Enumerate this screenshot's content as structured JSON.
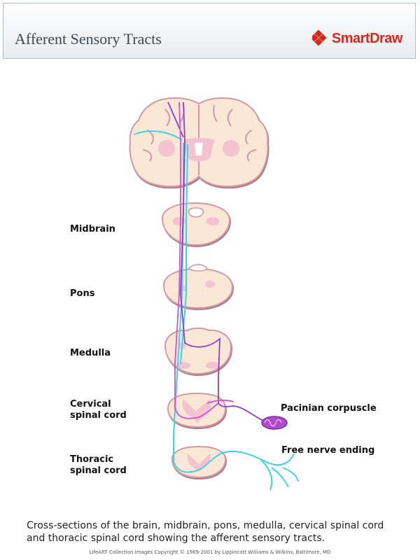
{
  "header": {
    "title": "Afferent Sensory Tracts",
    "logo_text": "SmartDraw"
  },
  "labels": {
    "midbrain": "Midbrain",
    "pons": "Pons",
    "medulla": "Medulla",
    "cervical": "Cervical\nspinal cord",
    "thoracic": "Thoracic\nspinal cord",
    "pacinian": "Pacinian corpuscle",
    "free_nerve": "Free nerve ending"
  },
  "caption": "Cross-sections of the brain, midbrain, pons, medulla, cervical spinal cord and thoracic spinal cord showing the afferent sensory tracts.",
  "credit": "LifeART Collection Images Copyright © 1989-2001 by Lippincott Williams & Wilkins, Baltimore, MD",
  "colors": {
    "tissue": "#fbe7d5",
    "tissue_outline": "#cf9aa6",
    "gray_matter": "#f4c3d0",
    "tract_cyan": "#3fd2e6",
    "tract_purple": "#8a3fd1",
    "tract_magenta": "#d64fd0",
    "logo_red": "#d42a1c"
  }
}
